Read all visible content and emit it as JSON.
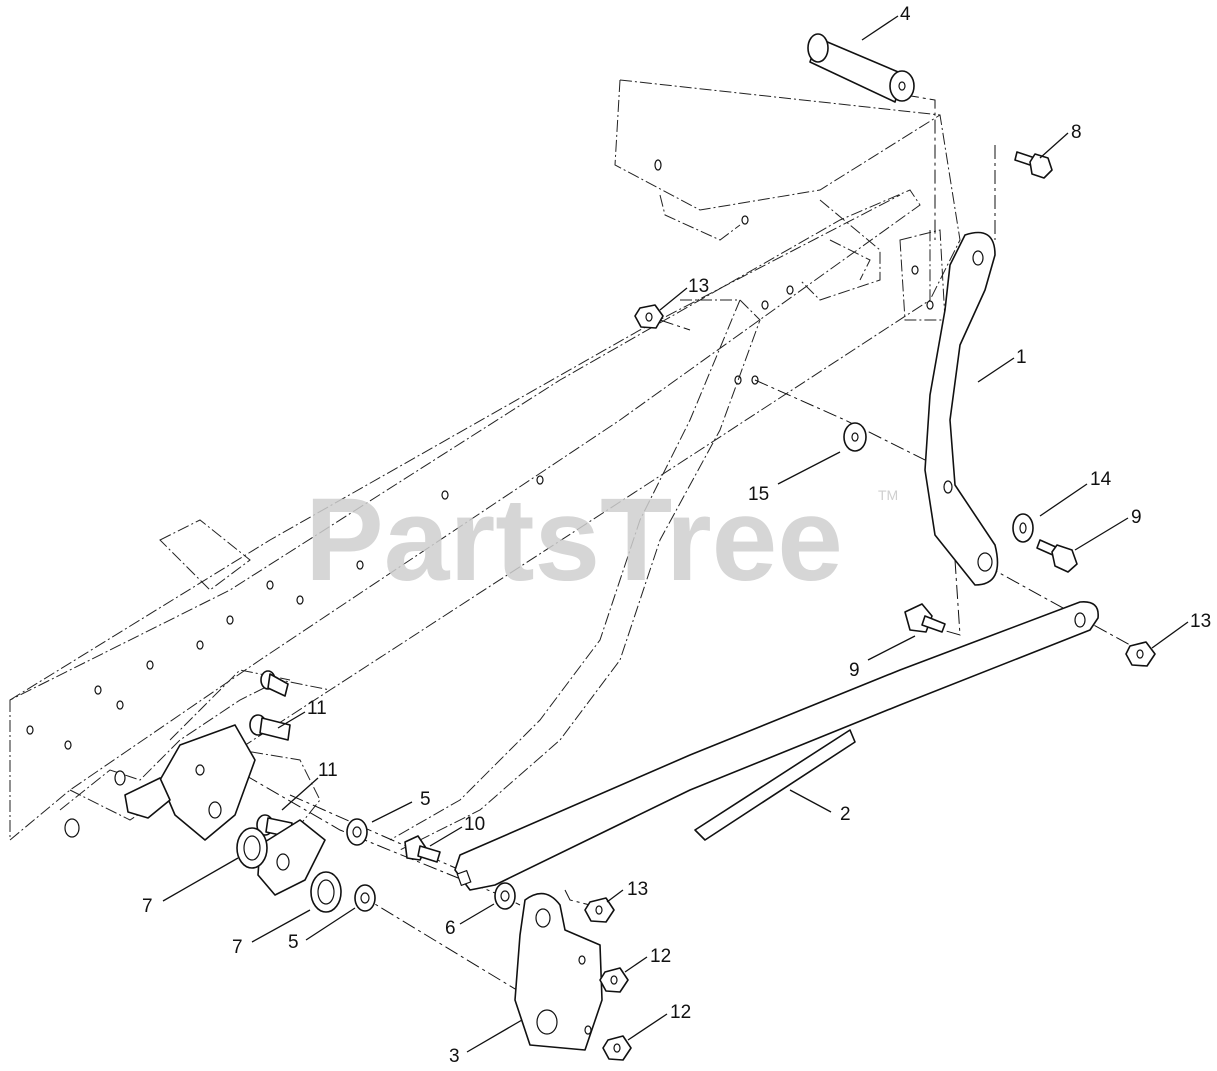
{
  "watermark": {
    "text": "PartsTree",
    "mark": "TM"
  },
  "callouts": [
    {
      "label": "4"
    },
    {
      "label": "8"
    },
    {
      "label": "13"
    },
    {
      "label": "1"
    },
    {
      "label": "15"
    },
    {
      "label": "14"
    },
    {
      "label": "9"
    },
    {
      "label": "13"
    },
    {
      "label": "9"
    },
    {
      "label": "11"
    },
    {
      "label": "11"
    },
    {
      "label": "5"
    },
    {
      "label": "10"
    },
    {
      "label": "2"
    },
    {
      "label": "7"
    },
    {
      "label": "7"
    },
    {
      "label": "5"
    },
    {
      "label": "6"
    },
    {
      "label": "13"
    },
    {
      "label": "12"
    },
    {
      "label": "12"
    },
    {
      "label": "3"
    }
  ]
}
